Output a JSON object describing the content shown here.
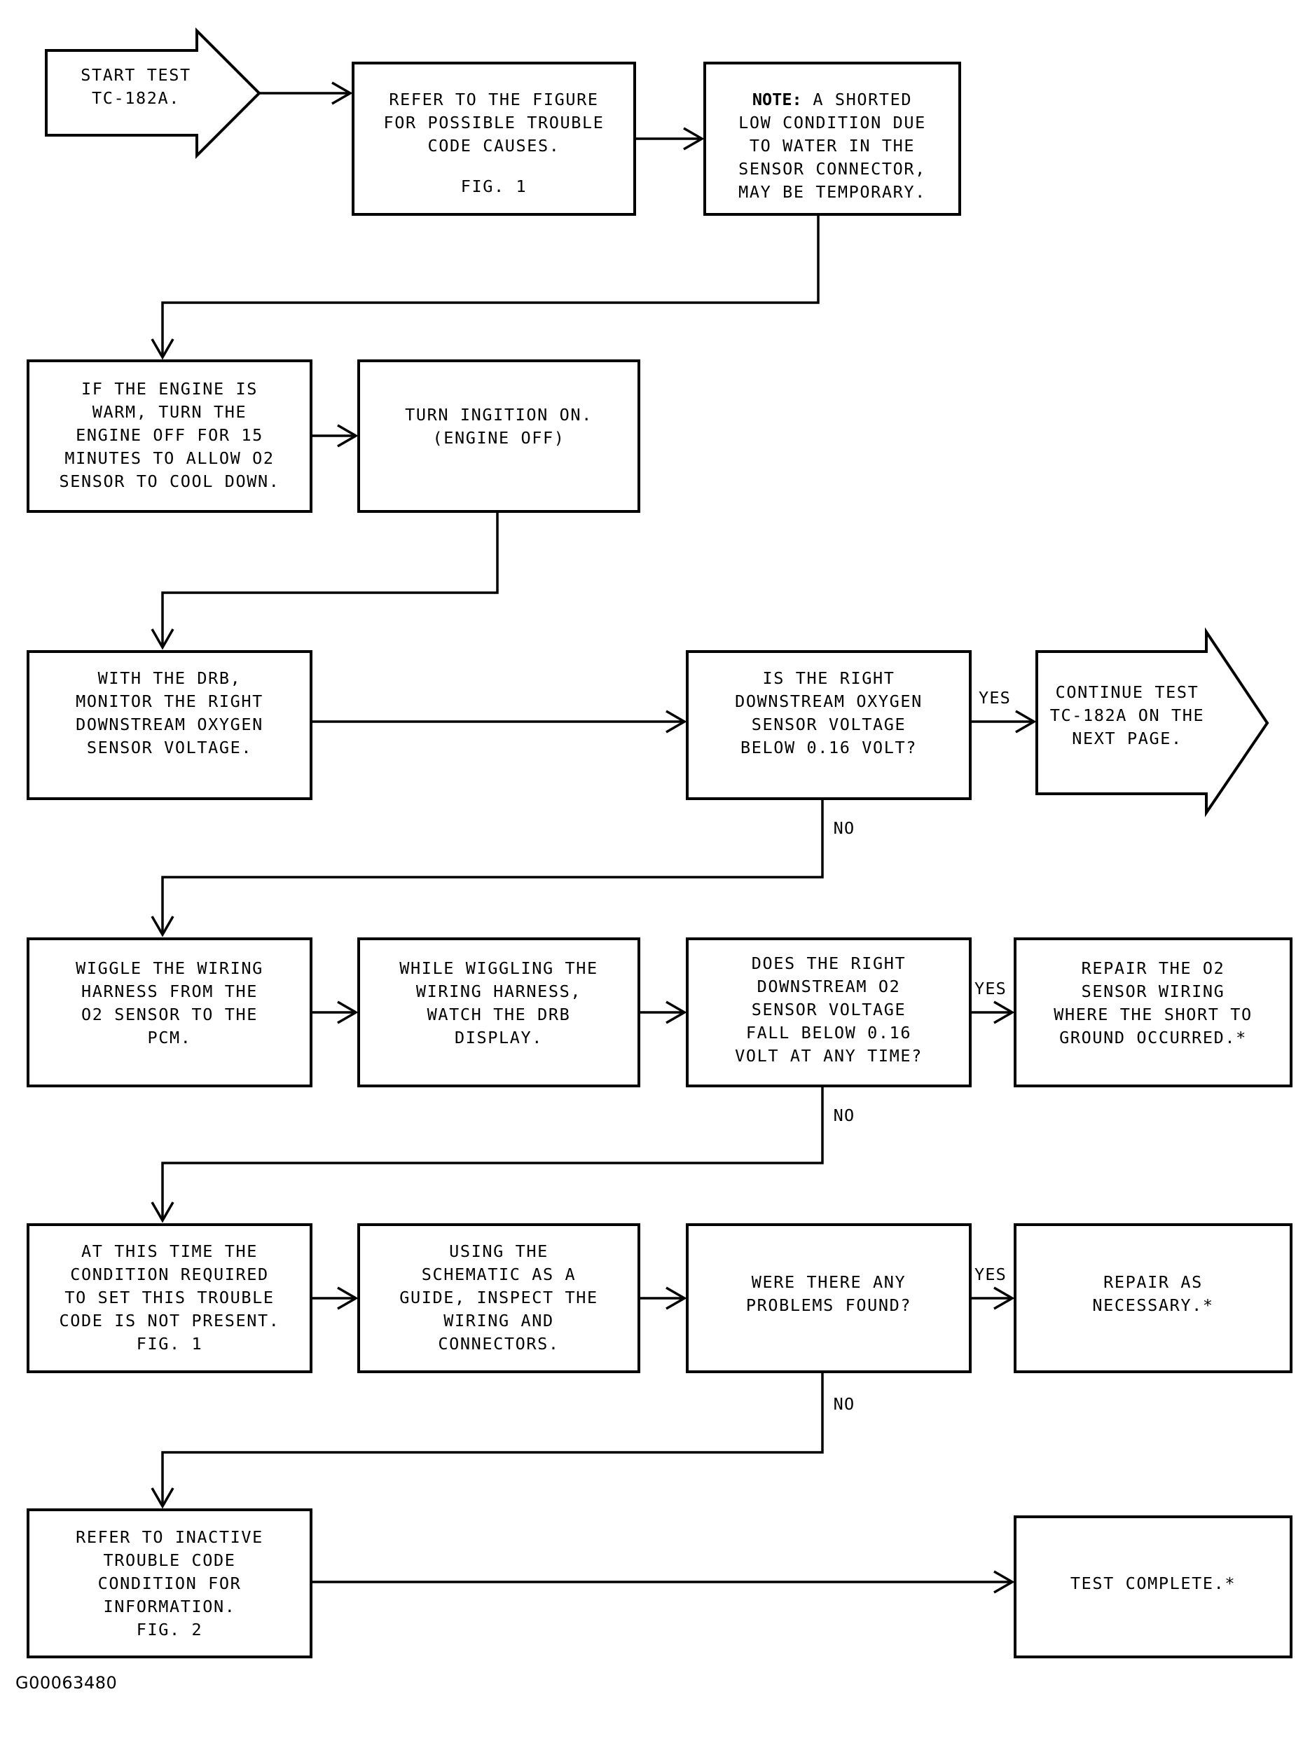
{
  "document": {
    "figure_id": "G00063480",
    "test_name": "TC-182A"
  },
  "nodes": {
    "start": {
      "id": "start",
      "shape": "arrow-pentagon",
      "lines": [
        "START TEST",
        "TC-182A."
      ]
    },
    "refer_causes": {
      "id": "refer_causes",
      "shape": "rect",
      "lines": [
        "REFER TO THE FIGURE",
        "FOR POSSIBLE TROUBLE",
        "CODE CAUSES.",
        "",
        "FIG. 1"
      ]
    },
    "note_shorted": {
      "id": "note_shorted",
      "shape": "rect",
      "bold_prefix": "NOTE:",
      "lines": [
        "NOTE: A SHORTED",
        "LOW CONDITION DUE",
        "TO WATER IN THE",
        "SENSOR CONNECTOR,",
        "MAY BE TEMPORARY."
      ]
    },
    "cool_down": {
      "id": "cool_down",
      "shape": "rect",
      "lines": [
        "IF THE ENGINE IS",
        "WARM, TURN THE",
        "ENGINE OFF FOR 15",
        "MINUTES TO ALLOW O2",
        "SENSOR TO COOL DOWN."
      ]
    },
    "ignition_on": {
      "id": "ignition_on",
      "shape": "rect",
      "lines": [
        "TURN INGITION ON.",
        "(ENGINE OFF)"
      ]
    },
    "monitor_voltage": {
      "id": "monitor_voltage",
      "shape": "rect",
      "lines": [
        "WITH THE DRB,",
        "MONITOR THE RIGHT",
        "DOWNSTREAM OXYGEN",
        "SENSOR VOLTAGE."
      ]
    },
    "decision_below": {
      "id": "decision_below",
      "shape": "rect",
      "lines": [
        "IS THE RIGHT",
        "DOWNSTREAM OXYGEN",
        "SENSOR VOLTAGE",
        "BELOW 0.16 VOLT?"
      ]
    },
    "continue_next_page": {
      "id": "continue_next_page",
      "shape": "arrow-pentagon",
      "lines": [
        "CONTINUE TEST",
        "TC-182A ON THE",
        "NEXT PAGE."
      ]
    },
    "wiggle_harness": {
      "id": "wiggle_harness",
      "shape": "rect",
      "lines": [
        "WIGGLE THE WIRING",
        "HARNESS FROM THE",
        "O2 SENSOR TO THE",
        "PCM."
      ]
    },
    "watch_drb": {
      "id": "watch_drb",
      "shape": "rect",
      "lines": [
        "WHILE WIGGLING THE",
        "WIRING HARNESS,",
        "WATCH THE DRB",
        "DISPLAY."
      ]
    },
    "decision_fall": {
      "id": "decision_fall",
      "shape": "rect",
      "lines": [
        "DOES THE RIGHT",
        "DOWNSTREAM O2",
        "SENSOR VOLTAGE",
        "FALL BELOW 0.16",
        "VOLT AT ANY TIME?"
      ]
    },
    "repair_wiring": {
      "id": "repair_wiring",
      "shape": "rect",
      "lines": [
        "REPAIR THE O2",
        "SENSOR WIRING",
        "WHERE THE SHORT TO",
        "GROUND OCCURRED.*"
      ]
    },
    "not_present": {
      "id": "not_present",
      "shape": "rect",
      "lines": [
        "AT THIS TIME THE",
        "CONDITION REQUIRED",
        "TO SET THIS TROUBLE",
        "CODE IS NOT PRESENT.",
        "FIG. 1"
      ]
    },
    "inspect_wiring": {
      "id": "inspect_wiring",
      "shape": "rect",
      "lines": [
        "USING THE",
        "SCHEMATIC AS A",
        "GUIDE, INSPECT THE",
        "WIRING AND",
        "CONNECTORS."
      ]
    },
    "decision_problems": {
      "id": "decision_problems",
      "shape": "rect",
      "lines": [
        "WERE THERE ANY",
        "PROBLEMS FOUND?"
      ]
    },
    "repair_necessary": {
      "id": "repair_necessary",
      "shape": "rect",
      "lines": [
        "REPAIR AS",
        "NECESSARY.*"
      ]
    },
    "refer_inactive": {
      "id": "refer_inactive",
      "shape": "rect",
      "lines": [
        "REFER TO INACTIVE",
        "TROUBLE CODE",
        "CONDITION FOR",
        "INFORMATION.",
        "FIG. 2"
      ]
    },
    "test_complete": {
      "id": "test_complete",
      "shape": "rect",
      "lines": [
        "TEST COMPLETE.*"
      ]
    }
  },
  "edge_labels": {
    "yes_1": "YES",
    "no_1": "NO",
    "yes_2": "YES",
    "no_2": "NO",
    "yes_3": "YES",
    "no_3": "NO"
  },
  "colors": {
    "stroke": "#000000",
    "fill": "#ffffff",
    "text": "#000000"
  }
}
